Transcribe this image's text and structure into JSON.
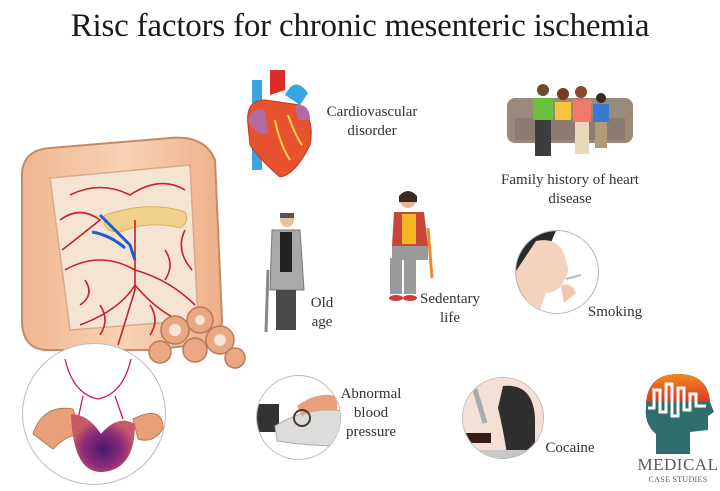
{
  "title": "Risc factors for chronic mesenteric ischemia",
  "risk_factors": [
    {
      "id": "cardiovascular",
      "label_lines": [
        "Cardiovascular",
        "disorder"
      ],
      "icon": "heart-icon"
    },
    {
      "id": "family",
      "label_lines": [
        "Family history of heart",
        "disease"
      ],
      "icon": "family-icon"
    },
    {
      "id": "old_age",
      "label_lines": [
        "Old",
        "age"
      ],
      "icon": "elderly-man-icon"
    },
    {
      "id": "sedentary",
      "label_lines": [
        "Sedentary",
        "life"
      ],
      "icon": "seated-woman-icon"
    },
    {
      "id": "smoking",
      "label_lines": [
        "Smoking"
      ],
      "icon": "smoking-icon"
    },
    {
      "id": "blood_pressure",
      "label_lines": [
        "Abnormal",
        "blood",
        "pressure"
      ],
      "icon": "blood-pressure-cuff-icon"
    },
    {
      "id": "cocaine",
      "label_lines": [
        "Cocaine"
      ],
      "icon": "cocaine-icon"
    }
  ],
  "illustrations": {
    "main": "intestine-mesenteric-vessels-illustration",
    "inset": "ischemic-bowel-inset"
  },
  "logo": {
    "line1": "MEDICAL",
    "line2": "CASE STUDIES",
    "colors": {
      "top_gradient_start": "#f28a1c",
      "top_gradient_end": "#d9262a",
      "head": "#2f6e6c"
    }
  }
}
